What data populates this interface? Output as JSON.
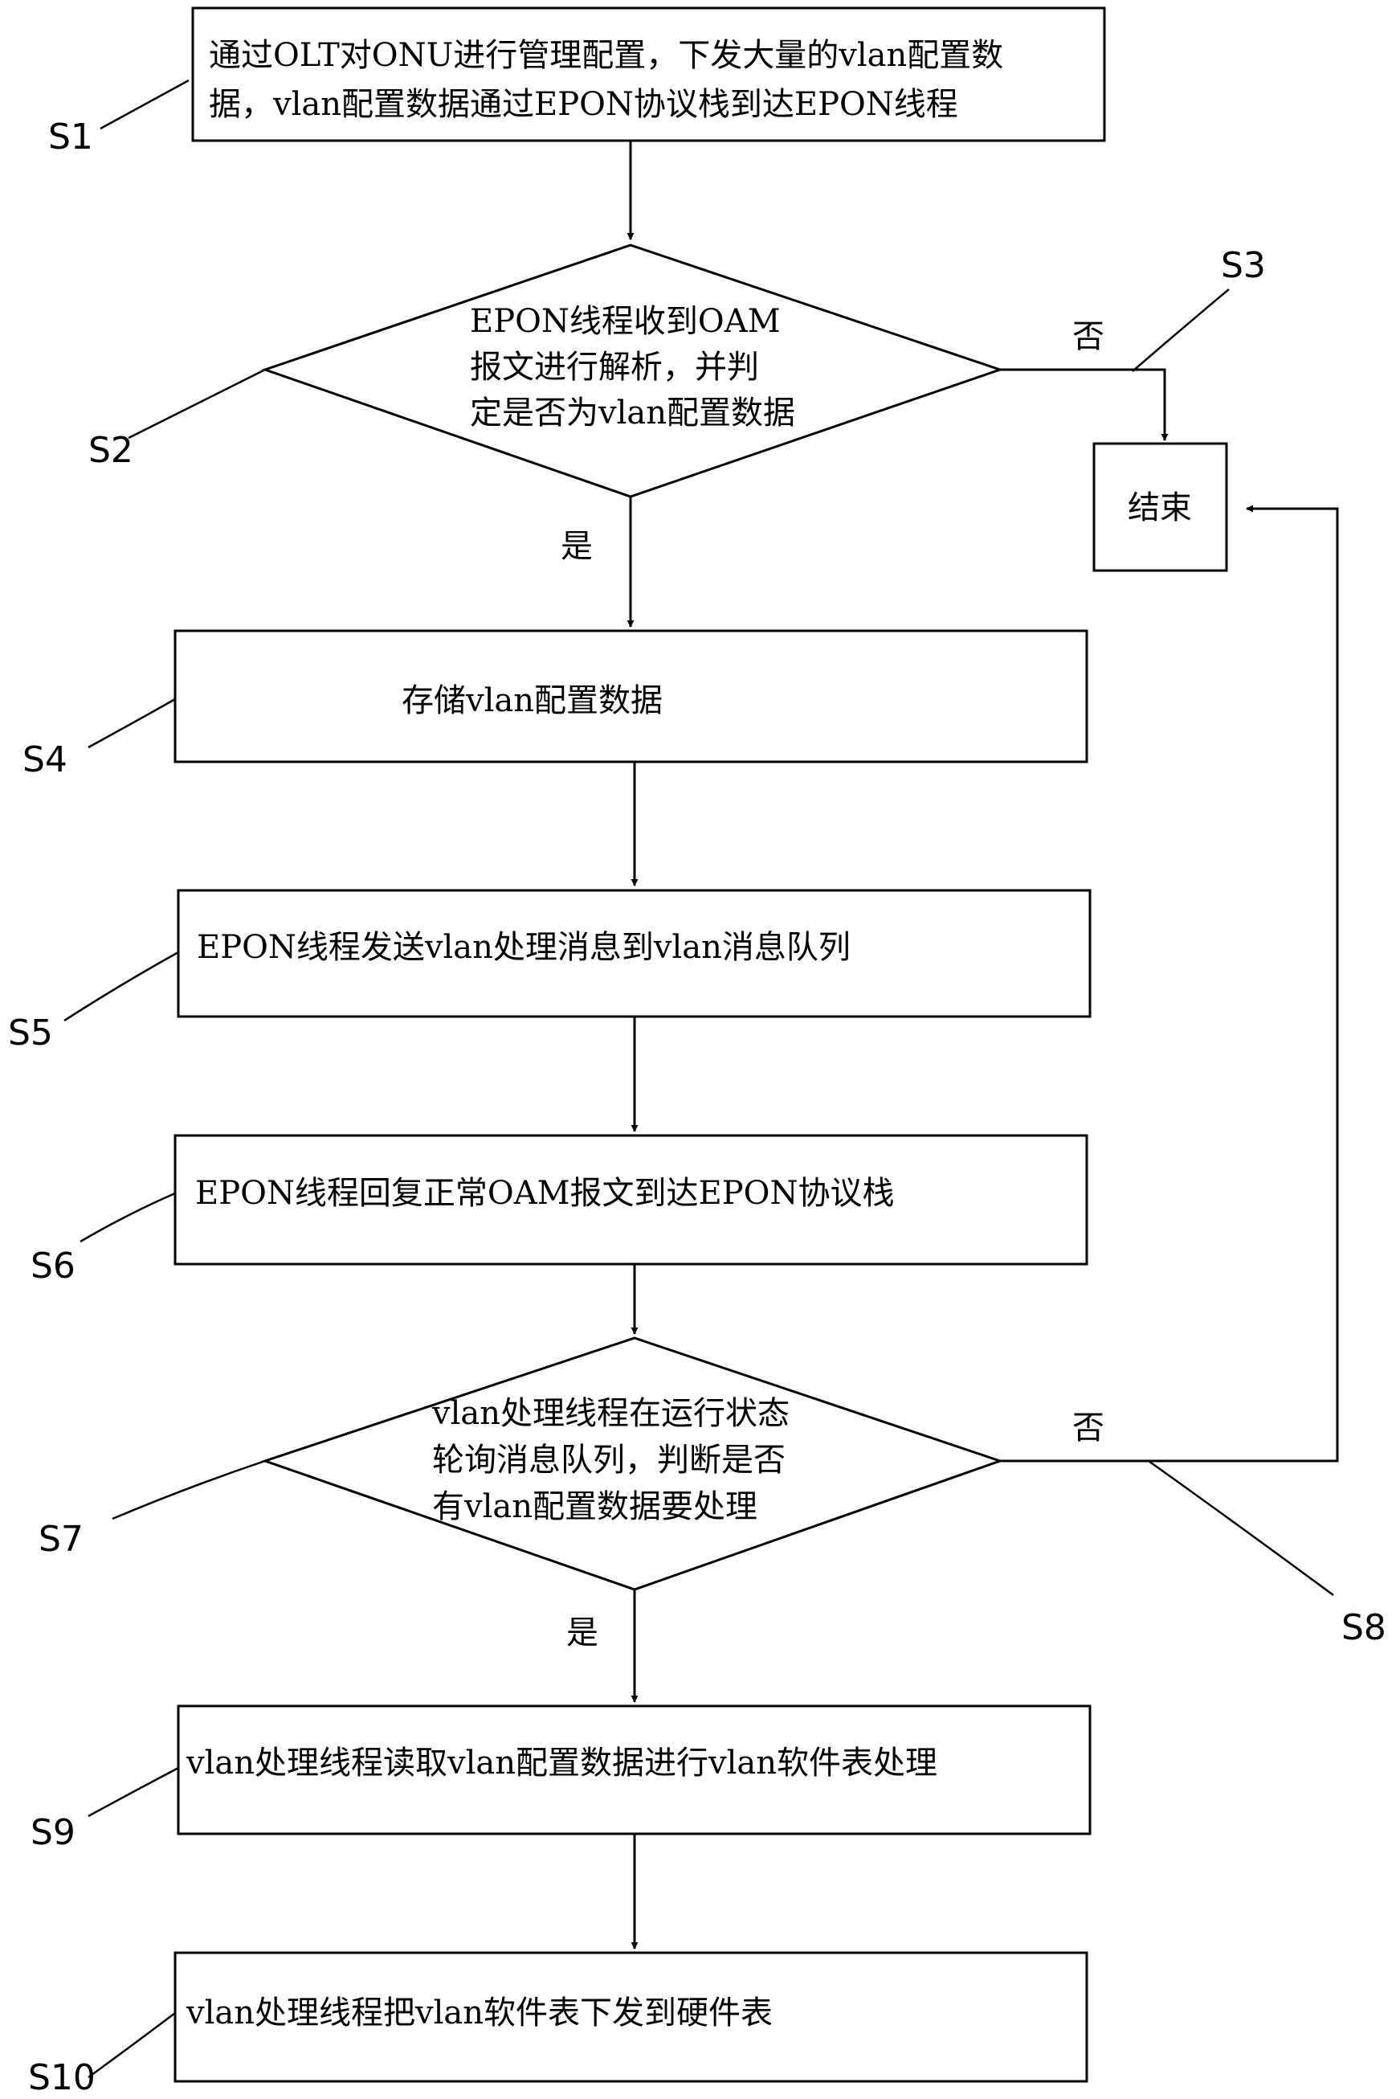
{
  "steps": {
    "s1": {
      "label": "S1",
      "lines": [
        "通过OLT对ONU进行管理配置，下发大量的vlan配置数",
        "据，vlan配置数据通过EPON协议栈到达EPON线程"
      ]
    },
    "s2": {
      "label": "S2",
      "lines": [
        "EPON线程收到OAM",
        "报文进行解析，并判",
        "定是否为vlan配置数据"
      ]
    },
    "s3": {
      "label": "S3"
    },
    "end": {
      "text": "结束"
    },
    "s4": {
      "label": "S4",
      "lines": [
        "存储vlan配置数据"
      ]
    },
    "s5": {
      "label": "S5",
      "lines": [
        "EPON线程发送vlan处理消息到vlan消息队列"
      ]
    },
    "s6": {
      "label": "S6",
      "lines": [
        "EPON线程回复正常OAM报文到达EPON协议栈"
      ]
    },
    "s7": {
      "label": "S7",
      "lines": [
        "vlan处理线程在运行状态",
        "轮询消息队列，判断是否",
        "有vlan配置数据要处理"
      ]
    },
    "s8": {
      "label": "S8"
    },
    "s9": {
      "label": "S9",
      "lines": [
        "vlan处理线程读取vlan配置数据进行vlan软件表处理"
      ]
    },
    "s10": {
      "label": "S10",
      "lines": [
        "vlan处理线程把vlan软件表下发到硬件表"
      ]
    }
  },
  "branches": {
    "s2_yes": "是",
    "s2_no": "否",
    "s7_yes": "是",
    "s7_no": "否"
  }
}
